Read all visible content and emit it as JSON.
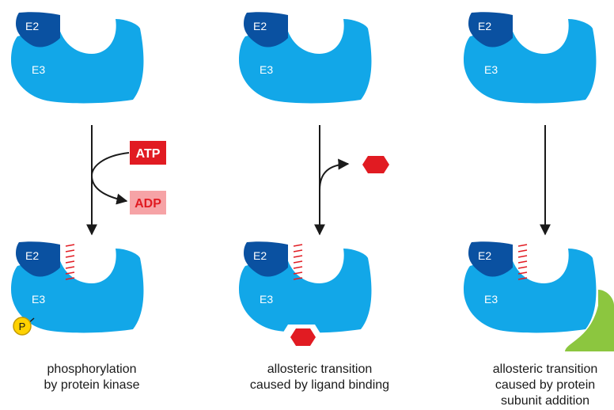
{
  "labels": {
    "e2": "E2",
    "e3": "E3",
    "phosphate": "P",
    "atp": "ATP",
    "adp": "ADP"
  },
  "panels": [
    {
      "caption": [
        "phosphorylation",
        "by protein kinase"
      ]
    },
    {
      "caption": [
        "allosteric transition",
        "caused by ligand binding"
      ]
    },
    {
      "caption": [
        "allosteric transition",
        "caused by protein",
        "subunit addition"
      ]
    }
  ],
  "colors": {
    "e2": "#0a51a1",
    "e3": "#12a7e8",
    "atp": "#e11b22",
    "adp_bg": "#f6a3a6",
    "adp_text": "#e11b22",
    "ligand": "#e11b22",
    "phosphate": "#ffd200",
    "new_subunit": "#8cc63f",
    "tick": "#e11b22"
  }
}
